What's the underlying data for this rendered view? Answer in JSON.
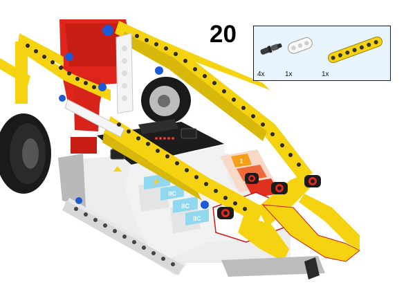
{
  "step": {
    "number": "20"
  },
  "parts": [
    {
      "qty": "4x",
      "name": "pin-with-stop-bush"
    },
    {
      "qty": "1x",
      "name": "white-beam-3"
    },
    {
      "qty": "1x",
      "name": "yellow-beam-7"
    }
  ],
  "model_labels": {
    "port1": "IIC",
    "port2": "IIC",
    "port3": "IIC",
    "marker": "1"
  },
  "colors": {
    "accent_box": "#e7f3fd",
    "yellow": "#f5d311",
    "red": "#e02a1e",
    "blue": "#1d5bd6",
    "black": "#1c1c1c",
    "white": "#f2f2f2",
    "cyan": "#8fd8f0",
    "gray": "#9a9a9a",
    "highlight_red": "#d01818"
  }
}
